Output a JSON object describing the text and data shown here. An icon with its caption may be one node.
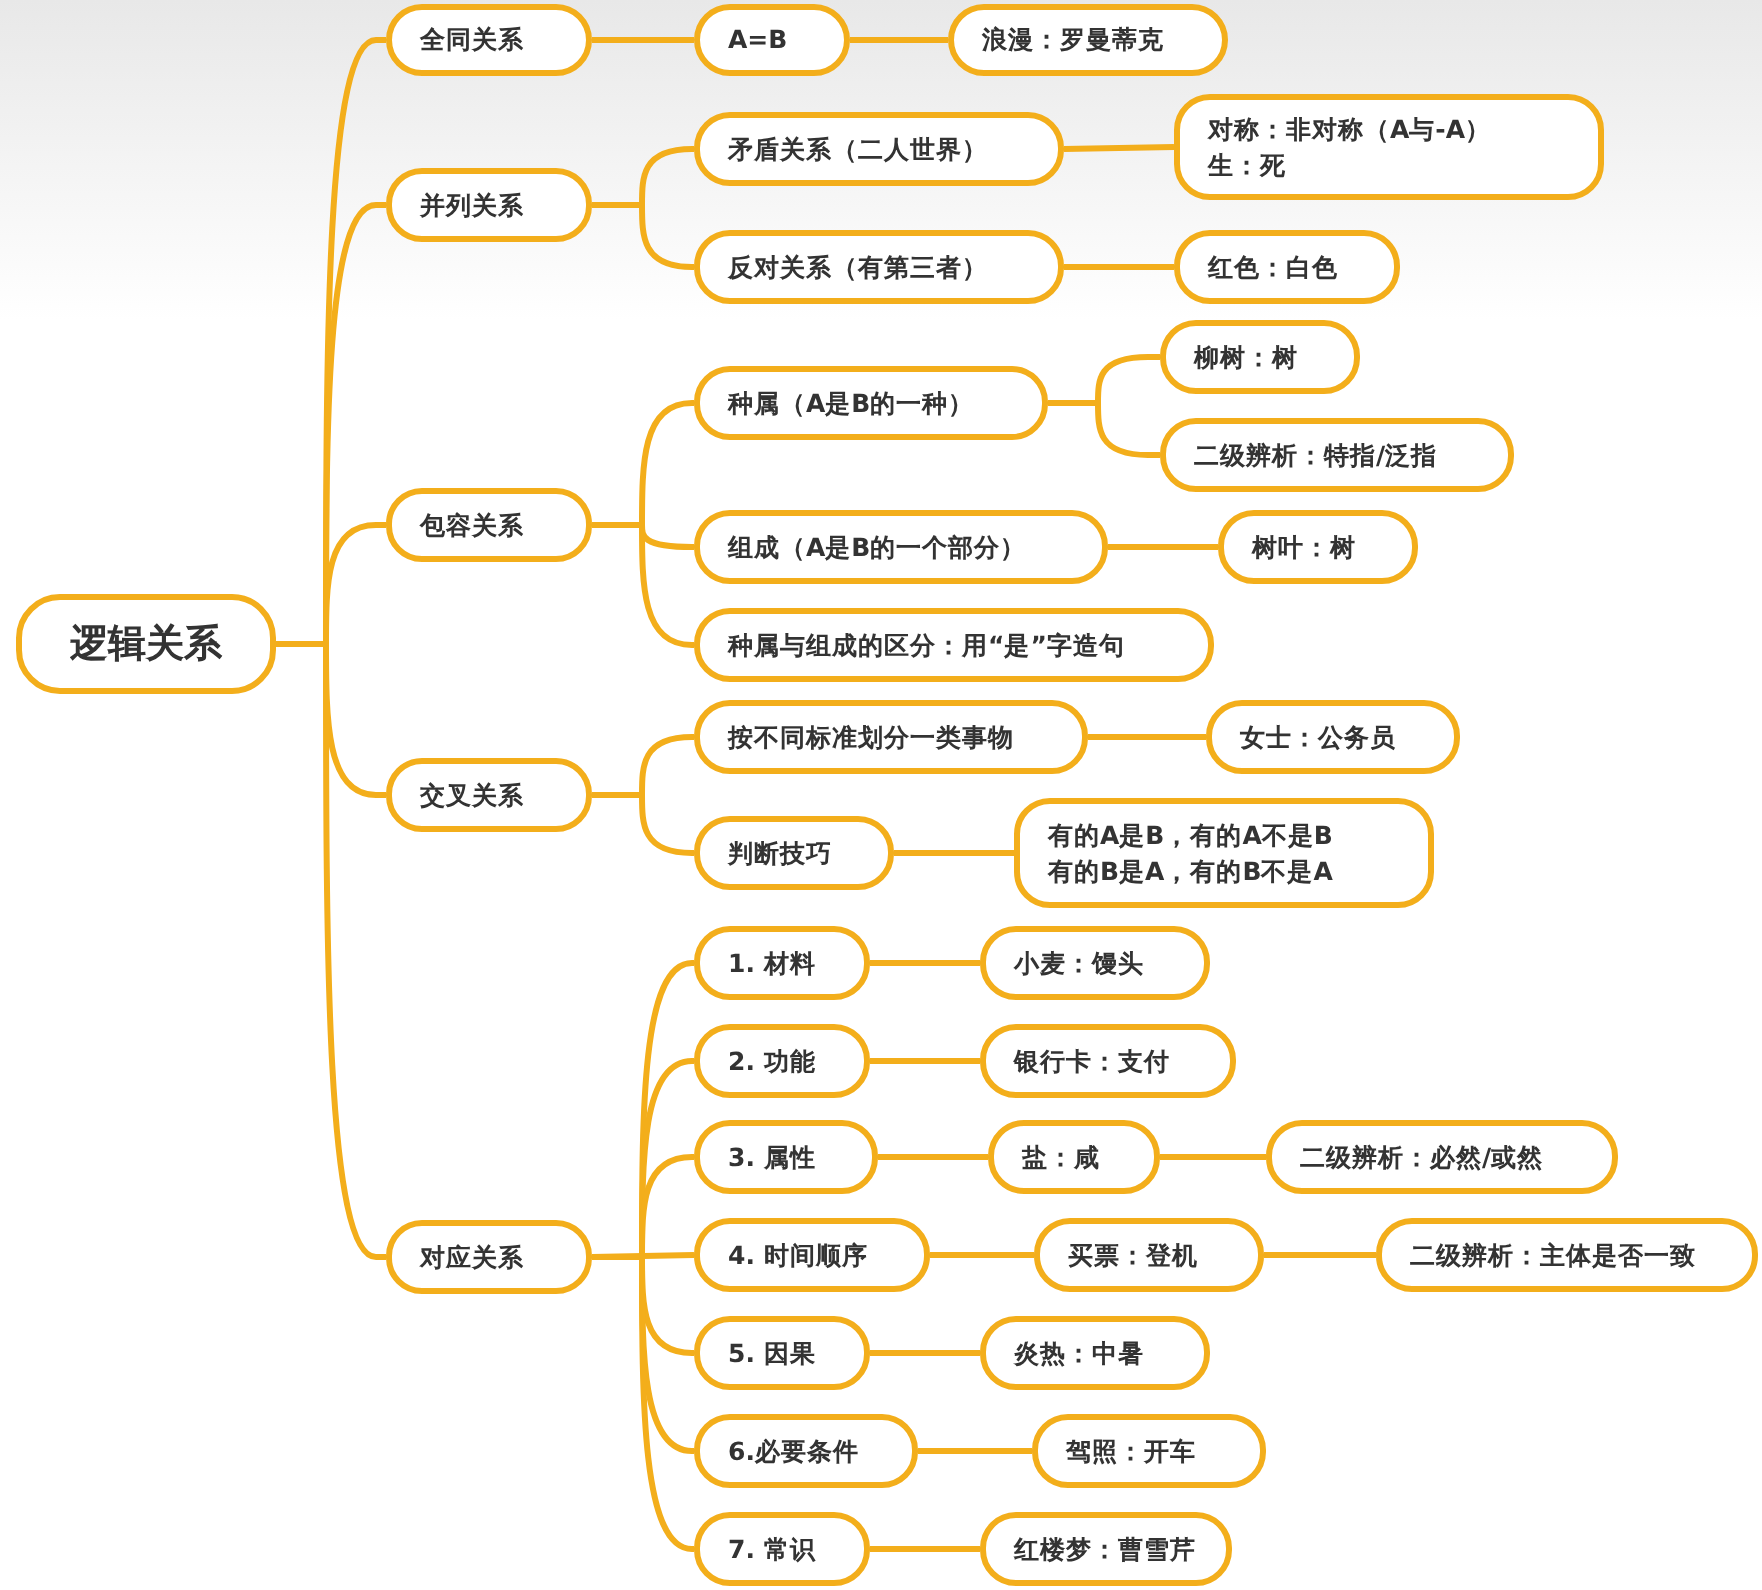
{
  "diagram": {
    "nodes": [
      {
        "text": [
          "逻辑关系"
        ]
      },
      {
        "text": [
          "全同关系"
        ]
      },
      {
        "text": [
          "A=B"
        ]
      },
      {
        "text": [
          "浪漫：罗曼蒂克"
        ]
      },
      {
        "text": [
          "并列关系"
        ]
      },
      {
        "text": [
          "矛盾关系（二人世界）"
        ]
      },
      {
        "text": [
          "对称：非对称（A与-A）",
          "生：死"
        ]
      },
      {
        "text": [
          "反对关系（有第三者）"
        ]
      },
      {
        "text": [
          "红色：白色"
        ]
      },
      {
        "text": [
          "包容关系"
        ]
      },
      {
        "text": [
          "种属（A是B的一种）"
        ]
      },
      {
        "text": [
          "柳树：树"
        ]
      },
      {
        "text": [
          "二级辨析：特指/泛指"
        ]
      },
      {
        "text": [
          "组成（A是B的一个部分）"
        ]
      },
      {
        "text": [
          "树叶：树"
        ]
      },
      {
        "text": [
          "种属与组成的区分：用“是”字造句"
        ]
      },
      {
        "text": [
          "交叉关系"
        ]
      },
      {
        "text": [
          "按不同标准划分一类事物"
        ]
      },
      {
        "text": [
          "女士：公务员"
        ]
      },
      {
        "text": [
          "判断技巧"
        ]
      },
      {
        "text": [
          "有的A是B，有的A不是B",
          "有的B是A，有的B不是A"
        ]
      },
      {
        "text": [
          "对应关系"
        ]
      },
      {
        "text": [
          "1. 材料"
        ]
      },
      {
        "text": [
          "小麦：馒头"
        ]
      },
      {
        "text": [
          "2. 功能"
        ]
      },
      {
        "text": [
          "银行卡：支付"
        ]
      },
      {
        "text": [
          "3. 属性"
        ]
      },
      {
        "text": [
          "盐：咸"
        ]
      },
      {
        "text": [
          "二级辨析：必然/或然"
        ]
      },
      {
        "text": [
          "4. 时间顺序"
        ]
      },
      {
        "text": [
          "买票：登机"
        ]
      },
      {
        "text": [
          "二级辨析：主体是否一致"
        ]
      },
      {
        "text": [
          "5. 因果"
        ]
      },
      {
        "text": [
          "炎热：中暑"
        ]
      },
      {
        "text": [
          "6.必要条件"
        ]
      },
      {
        "text": [
          "驾照：开车"
        ]
      },
      {
        "text": [
          "7. 常识"
        ]
      },
      {
        "text": [
          "红楼梦：曹雪芹"
        ]
      }
    ],
    "edges": [
      {
        "from": 0,
        "to": 1,
        "arrow": "none"
      },
      {
        "from": 1,
        "to": 2,
        "arrow": "none"
      },
      {
        "from": 2,
        "to": 3,
        "arrow": "none"
      },
      {
        "from": 0,
        "to": 4,
        "arrow": "none"
      },
      {
        "from": 4,
        "to": 5,
        "arrow": "none"
      },
      {
        "from": 5,
        "to": 6,
        "arrow": "none"
      },
      {
        "from": 4,
        "to": 7,
        "arrow": "none"
      },
      {
        "from": 7,
        "to": 8,
        "arrow": "none"
      },
      {
        "from": 0,
        "to": 9,
        "arrow": "none"
      },
      {
        "from": 9,
        "to": 10,
        "arrow": "none"
      },
      {
        "from": 10,
        "to": 11,
        "arrow": "none"
      },
      {
        "from": 10,
        "to": 12,
        "arrow": "none"
      },
      {
        "from": 9,
        "to": 13,
        "arrow": "none"
      },
      {
        "from": 13,
        "to": 14,
        "arrow": "none"
      },
      {
        "from": 9,
        "to": 15,
        "arrow": "none"
      },
      {
        "from": 0,
        "to": 16,
        "arrow": "none"
      },
      {
        "from": 16,
        "to": 17,
        "arrow": "none"
      },
      {
        "from": 17,
        "to": 18,
        "arrow": "none"
      },
      {
        "from": 16,
        "to": 19,
        "arrow": "none"
      },
      {
        "from": 19,
        "to": 20,
        "arrow": "none"
      },
      {
        "from": 0,
        "to": 21,
        "arrow": "none"
      },
      {
        "from": 21,
        "to": 22,
        "arrow": "none"
      },
      {
        "from": 22,
        "to": 23,
        "arrow": "none"
      },
      {
        "from": 21,
        "to": 24,
        "arrow": "none"
      },
      {
        "from": 24,
        "to": 25,
        "arrow": "none"
      },
      {
        "from": 21,
        "to": 26,
        "arrow": "none"
      },
      {
        "from": 26,
        "to": 27,
        "arrow": "none"
      },
      {
        "from": 27,
        "to": 28,
        "arrow": "none"
      },
      {
        "from": 21,
        "to": 29,
        "arrow": "none"
      },
      {
        "from": 29,
        "to": 30,
        "arrow": "none"
      },
      {
        "from": 30,
        "to": 31,
        "arrow": "none"
      },
      {
        "from": 21,
        "to": 32,
        "arrow": "none"
      },
      {
        "from": 32,
        "to": 33,
        "arrow": "none"
      },
      {
        "from": 21,
        "to": 34,
        "arrow": "none"
      },
      {
        "from": 34,
        "to": 35,
        "arrow": "none"
      },
      {
        "from": 21,
        "to": 36,
        "arrow": "none"
      },
      {
        "from": 36,
        "to": 37,
        "arrow": "none"
      }
    ]
  }
}
